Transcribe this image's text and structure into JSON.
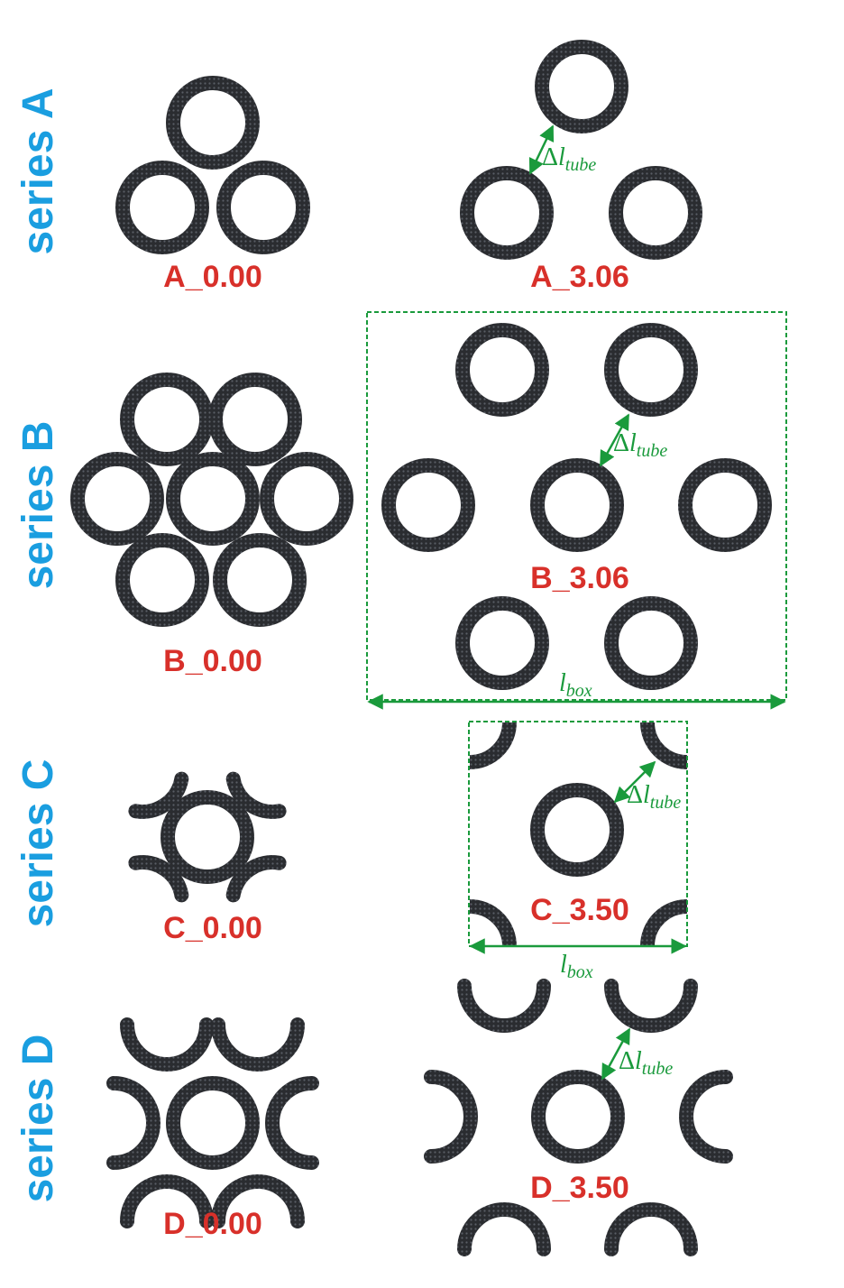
{
  "series_labels": {
    "a": "series A",
    "b": "series B",
    "c": "series C",
    "d": "series D"
  },
  "case_labels": {
    "a0": "A_0.00",
    "a1": "A_3.06",
    "b0": "B_0.00",
    "b1": "B_3.06",
    "c0": "C_0.00",
    "c1": "C_3.50",
    "d0": "D_0.00",
    "d1": "D_3.50"
  },
  "annotations": {
    "tube_delta": "Δ",
    "tube_l": "l",
    "tube_sub": "tube",
    "box_l": "l",
    "box_sub": "box"
  },
  "colors": {
    "series_label": "#1a9ee0",
    "case_label": "#d8302a",
    "annotation": "#1a9a3c",
    "tube": "#2a2c30"
  }
}
